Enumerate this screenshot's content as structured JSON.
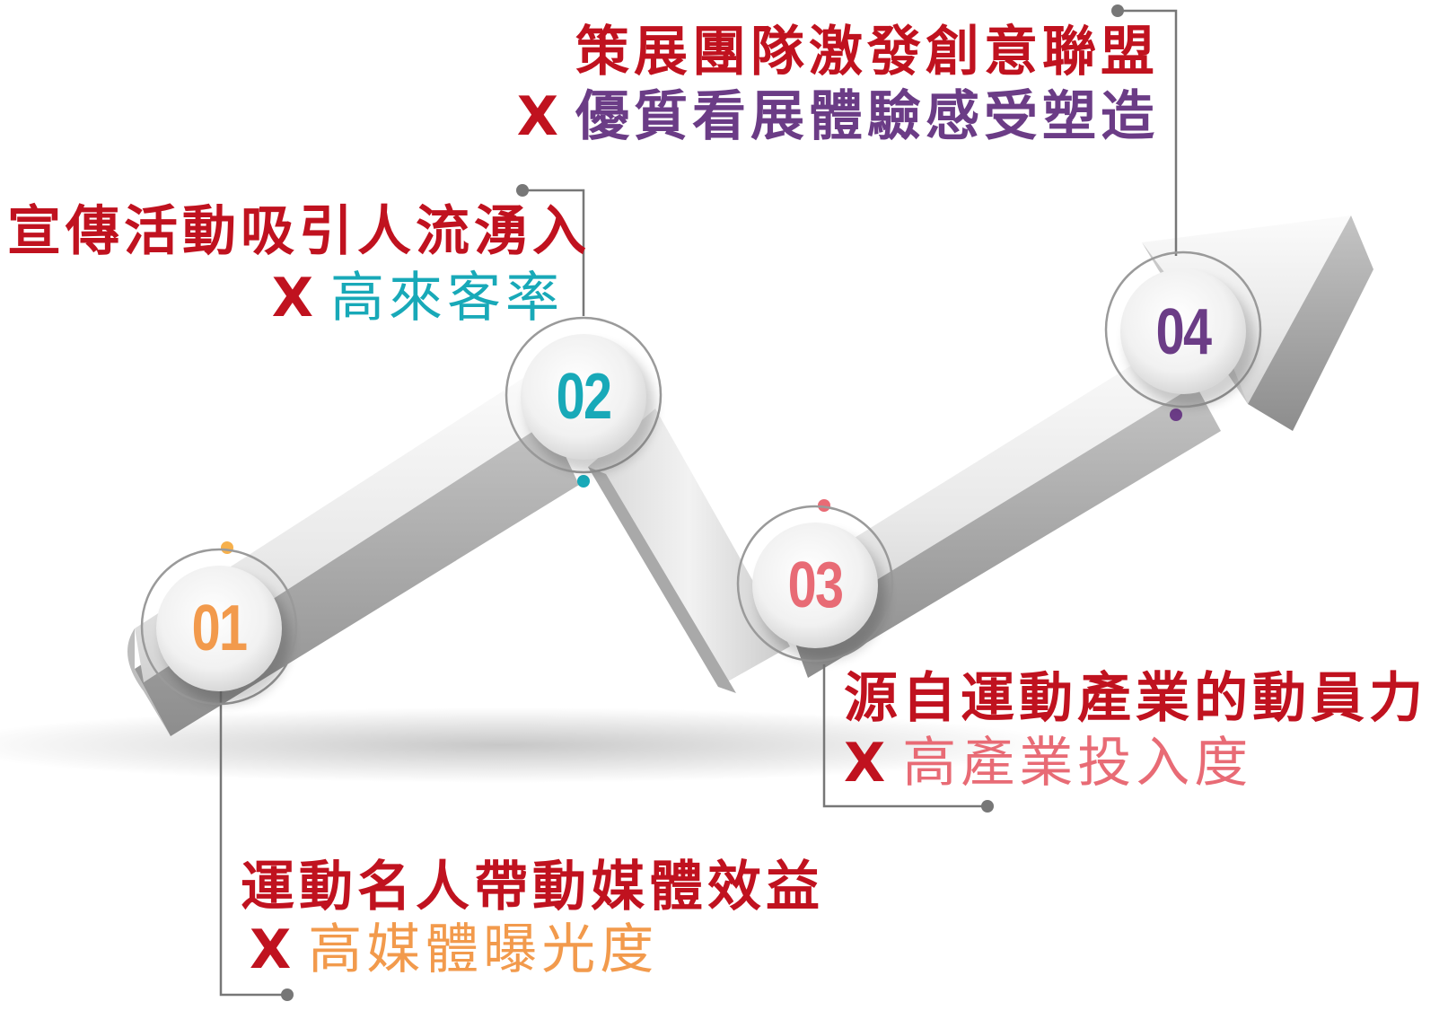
{
  "title_fragment": "",
  "colors": {
    "red": "#c0121f",
    "orange": "#f29a4c",
    "teal": "#18a9b8",
    "pink": "#e86b75",
    "purple": "#6b3c86",
    "leader": "#777777"
  },
  "steps": [
    {
      "number": "01",
      "line1": "運動名人帶動媒體效益",
      "prefix": "X",
      "line2": "高媒體曝光度"
    },
    {
      "number": "02",
      "line1": "宣傳活動吸引人流湧入",
      "prefix": "X",
      "line2": "高來客率"
    },
    {
      "number": "03",
      "line1": "源自運動產業的動員力",
      "prefix": "X",
      "line2": "高產業投入度"
    },
    {
      "number": "04",
      "line1": "策展團隊激發創意聯盟",
      "prefix": "X",
      "line2": "優質看展體驗感受塑造"
    }
  ]
}
